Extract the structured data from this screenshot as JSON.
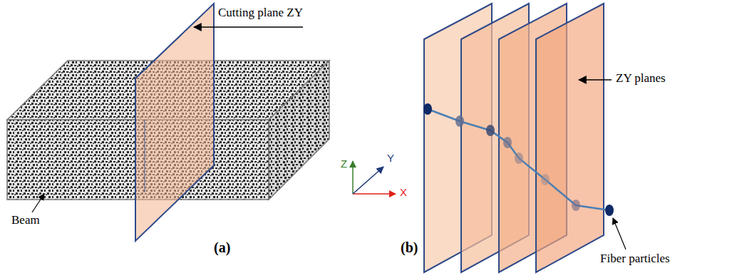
{
  "diagram": {
    "labels": [
      "Cutting plane ZY",
      "Beam",
      "(a)",
      "Z",
      "Y",
      "X",
      "(b)",
      "ZY planes",
      "Fiber particles"
    ]
  }
}
